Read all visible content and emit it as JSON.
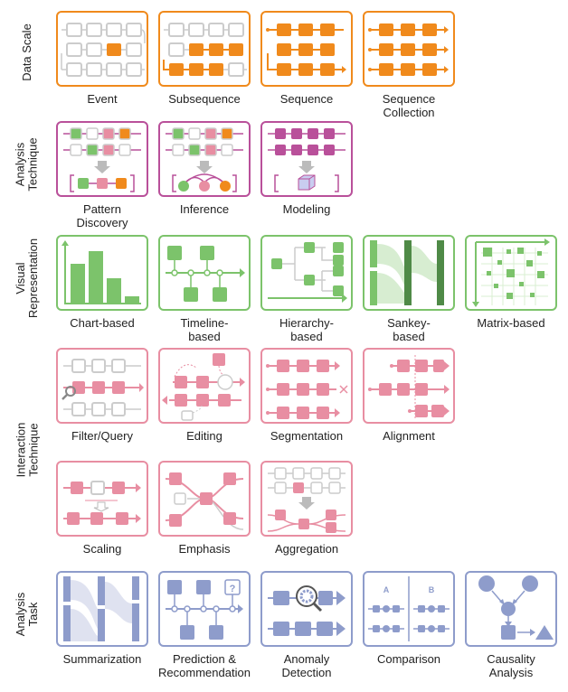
{
  "colors": {
    "data_scale": "#f08a1c",
    "analysis_technique": "#b9509a",
    "visual_representation": "#7cc36b",
    "interaction_technique": "#e88ea2",
    "analysis_task": "#8e9ccb"
  },
  "rows": [
    {
      "label": "Data Scale",
      "cards": [
        "Event",
        "Subsequence",
        "Sequence",
        "Sequence\nCollection"
      ]
    },
    {
      "label": "Analysis\nTechnique",
      "cards": [
        "Pattern\nDiscovery",
        "Inference",
        "Modeling"
      ]
    },
    {
      "label": "Visual\nRepresentation",
      "cards": [
        "Chart-based",
        "Timeline-\nbased",
        "Hierarchy-\nbased",
        "Sankey-\nbased",
        "Matrix-based"
      ]
    },
    {
      "label": "Interaction\nTechnique",
      "cards": [
        "Filter/Query",
        "Editing",
        "Segmentation",
        "Alignment",
        "Scaling",
        "Emphasis",
        "Aggregation"
      ]
    },
    {
      "label": "Analysis\nTask",
      "cards": [
        "Summarization",
        "Prediction &\nRecommendation",
        "Anomaly\nDetection",
        "Comparison",
        "Causality\nAnalysis"
      ]
    }
  ],
  "icon_text": {
    "comparison_a": "A",
    "comparison_b": "B",
    "prediction_mark": "?"
  }
}
